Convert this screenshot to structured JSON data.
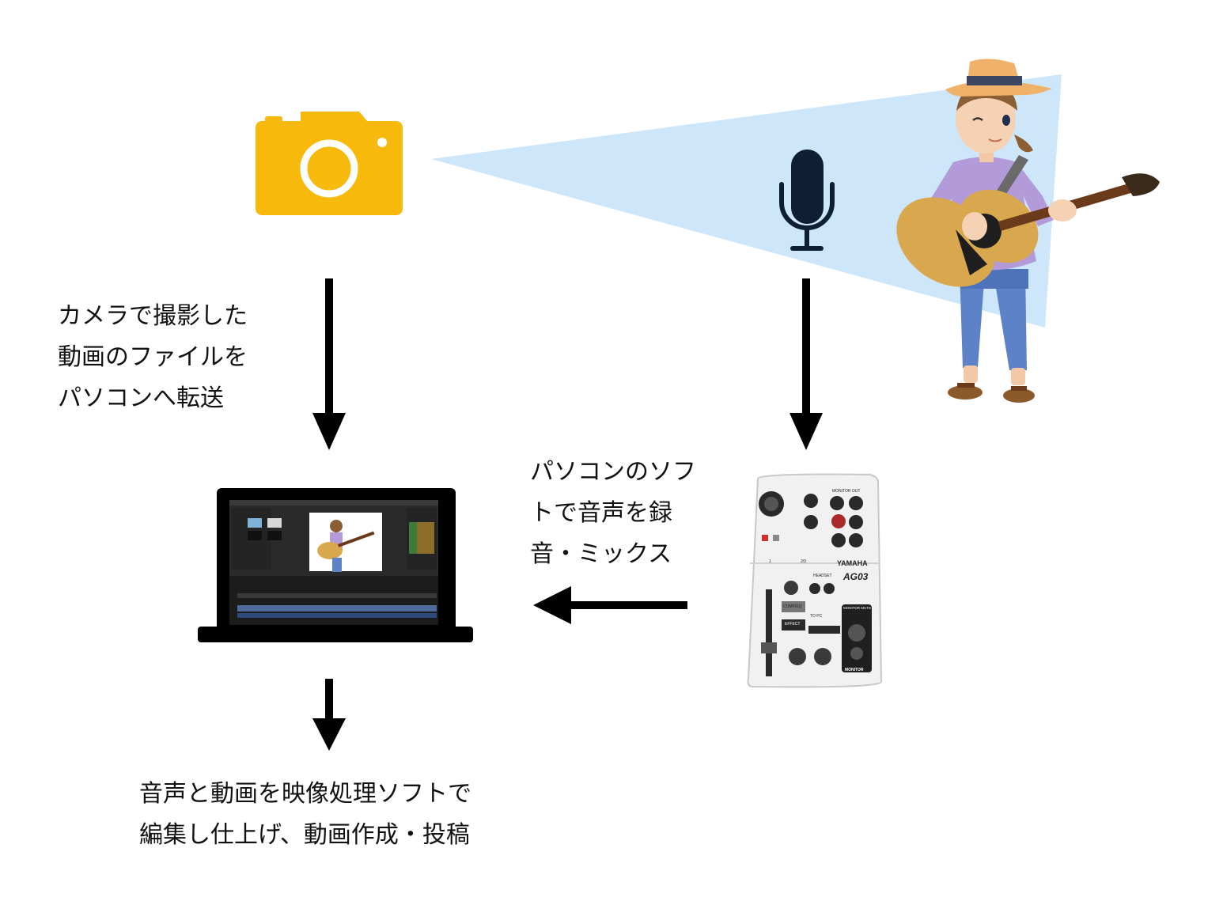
{
  "colors": {
    "camera": "#F7B90B",
    "mic": "#0F1F33",
    "beam": "#CDE6FA",
    "arrow": "#000000",
    "laptop": "#000000"
  },
  "icons": {
    "camera": "camera-icon",
    "microphone": "microphone-icon",
    "performer": "guitarist-illustration",
    "laptop": "laptop-icon",
    "mixer": "audio-mixer-device"
  },
  "mixer": {
    "brand": "YAMAHA",
    "model": "AG03",
    "monitor_out": "MONITOR OUT",
    "headset": "HEADSET",
    "comp_eq": "COMP/EQ",
    "effect": "EFFECT",
    "to_pc": "TO PC",
    "monitor_mute": "MONITOR MUTE",
    "monitor": "MONITOR",
    "ch1": "1",
    "ch23": "2/3"
  },
  "steps": {
    "camera_transfer": [
      "カメラで撮影した",
      "動画のファイルを",
      "パソコンへ転送"
    ],
    "pc_recording": [
      "パソコンのソフ",
      "トで音声を録",
      "音・ミックス"
    ],
    "final_edit": [
      "音声と動画を映像処理ソフトで",
      "編集し仕上げ、動画作成・投稿"
    ]
  }
}
